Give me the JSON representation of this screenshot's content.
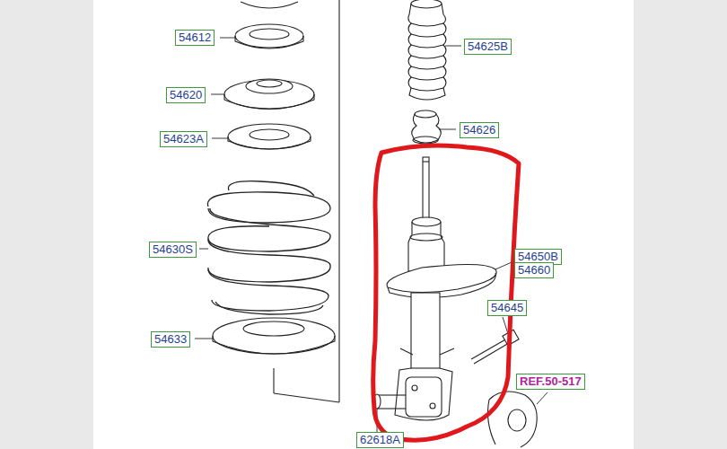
{
  "diagram": {
    "labels": [
      "54612",
      "54620",
      "54623A",
      "54630S",
      "54633",
      "54625B",
      "54626",
      "54650B",
      "54660",
      "54645",
      "REF.50-517",
      "62618A"
    ]
  }
}
